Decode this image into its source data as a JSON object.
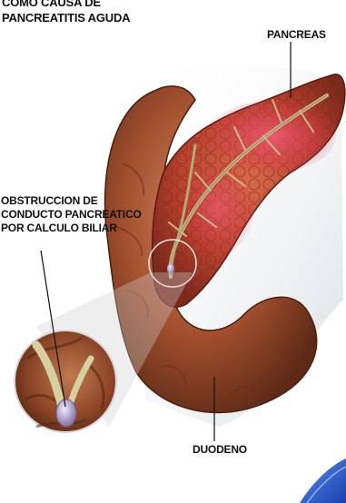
{
  "title": {
    "line1": "COMO CAUSA DE",
    "line2": "PANCREATITIS AGUDA"
  },
  "labels": {
    "pancreas": "PANCREAS",
    "obstruction": {
      "line1": "OBSTRUCCION DE",
      "line2": "CONDUCTO PANCREATICO",
      "line3": "POR CALCULO BILIAR"
    },
    "duodenum": "DUODENO"
  },
  "colors": {
    "pancreas_tissue": "#b8402e",
    "inflamed_tissue": "#d8304a",
    "duodenum": "#a3502f",
    "duct": "#c9b98a",
    "stone": "#b9a8cf",
    "background": "#ffffff"
  }
}
